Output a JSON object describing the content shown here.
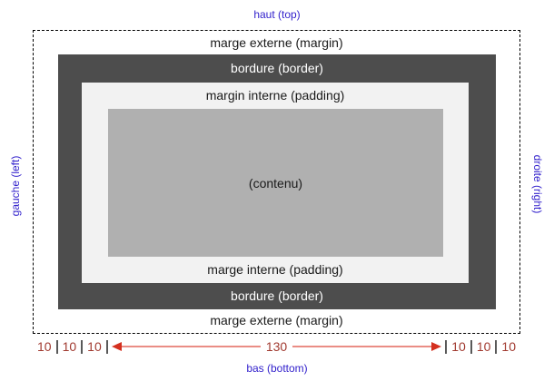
{
  "diagram": {
    "directions": {
      "top": "haut (top)",
      "bottom": "bas (bottom)",
      "left": "gauche (left)",
      "right": "droite (right)"
    },
    "rings": {
      "margin": {
        "top_label": "marge externe (margin)",
        "bottom_label": "marge externe (margin)"
      },
      "border": {
        "top_label": "bordure (border)",
        "bottom_label": "bordure (border)"
      },
      "padding": {
        "top_label": "margin interne (padding)",
        "bottom_label": "marge interne (padding)"
      },
      "content": {
        "label": "(contenu)"
      }
    },
    "measurements": {
      "left": [
        "10",
        "10",
        "10"
      ],
      "center": "130",
      "right": [
        "10",
        "10",
        "10"
      ]
    },
    "colors": {
      "direction_text": "#3322cc",
      "border_fill": "#4d4d4d",
      "padding_fill": "#f2f2f2",
      "content_fill": "#b0b0b0",
      "measure_number": "#a13a30",
      "measure_tick": "#595959",
      "arrow_head": "#d4301f",
      "arrow_line": "#ea8d85"
    }
  }
}
